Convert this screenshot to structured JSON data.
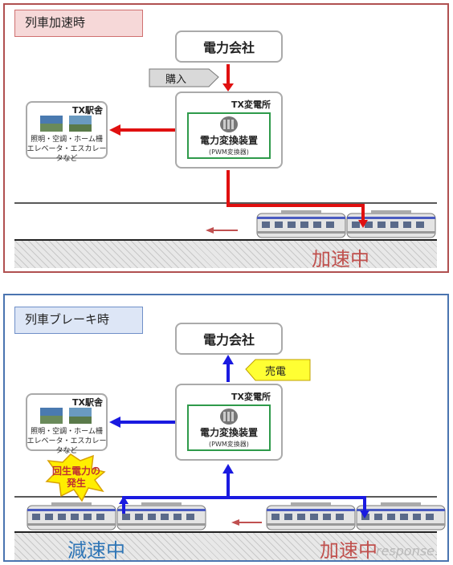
{
  "top": {
    "tag": "列車加速時",
    "company": "電力会社",
    "purchase": "購入",
    "substation_title": "TX変電所",
    "converter_line1": "電力変換装置",
    "converter_line2": "(PWM変換器)",
    "station_title": "TX駅舎",
    "station_line1": "照明・空調・ホーム柵",
    "station_line2": "エレベータ・エスカレータなど",
    "train_state": "加速中",
    "colors": {
      "flow": "#e01010",
      "label": "#c0504d",
      "border": "#b05050"
    }
  },
  "bottom": {
    "tag": "列車ブレーキ時",
    "company": "電力会社",
    "sale": "売電",
    "substation_title": "TX変電所",
    "converter_line1": "電力変換装置",
    "converter_line2": "(PWM変換器)",
    "station_title": "TX駅舎",
    "station_line1": "照明・空調・ホーム柵",
    "station_line2": "エレベータ・エスカレータなど",
    "regen_line1": "回生電力の",
    "regen_line2": "発生",
    "left_train_state": "減速中",
    "right_train_state": "加速中",
    "colors": {
      "flow": "#1a1ae0",
      "left_label": "#2e75b6",
      "right_label": "#c0504d",
      "border": "#4a74b0"
    }
  },
  "watermark": "response."
}
